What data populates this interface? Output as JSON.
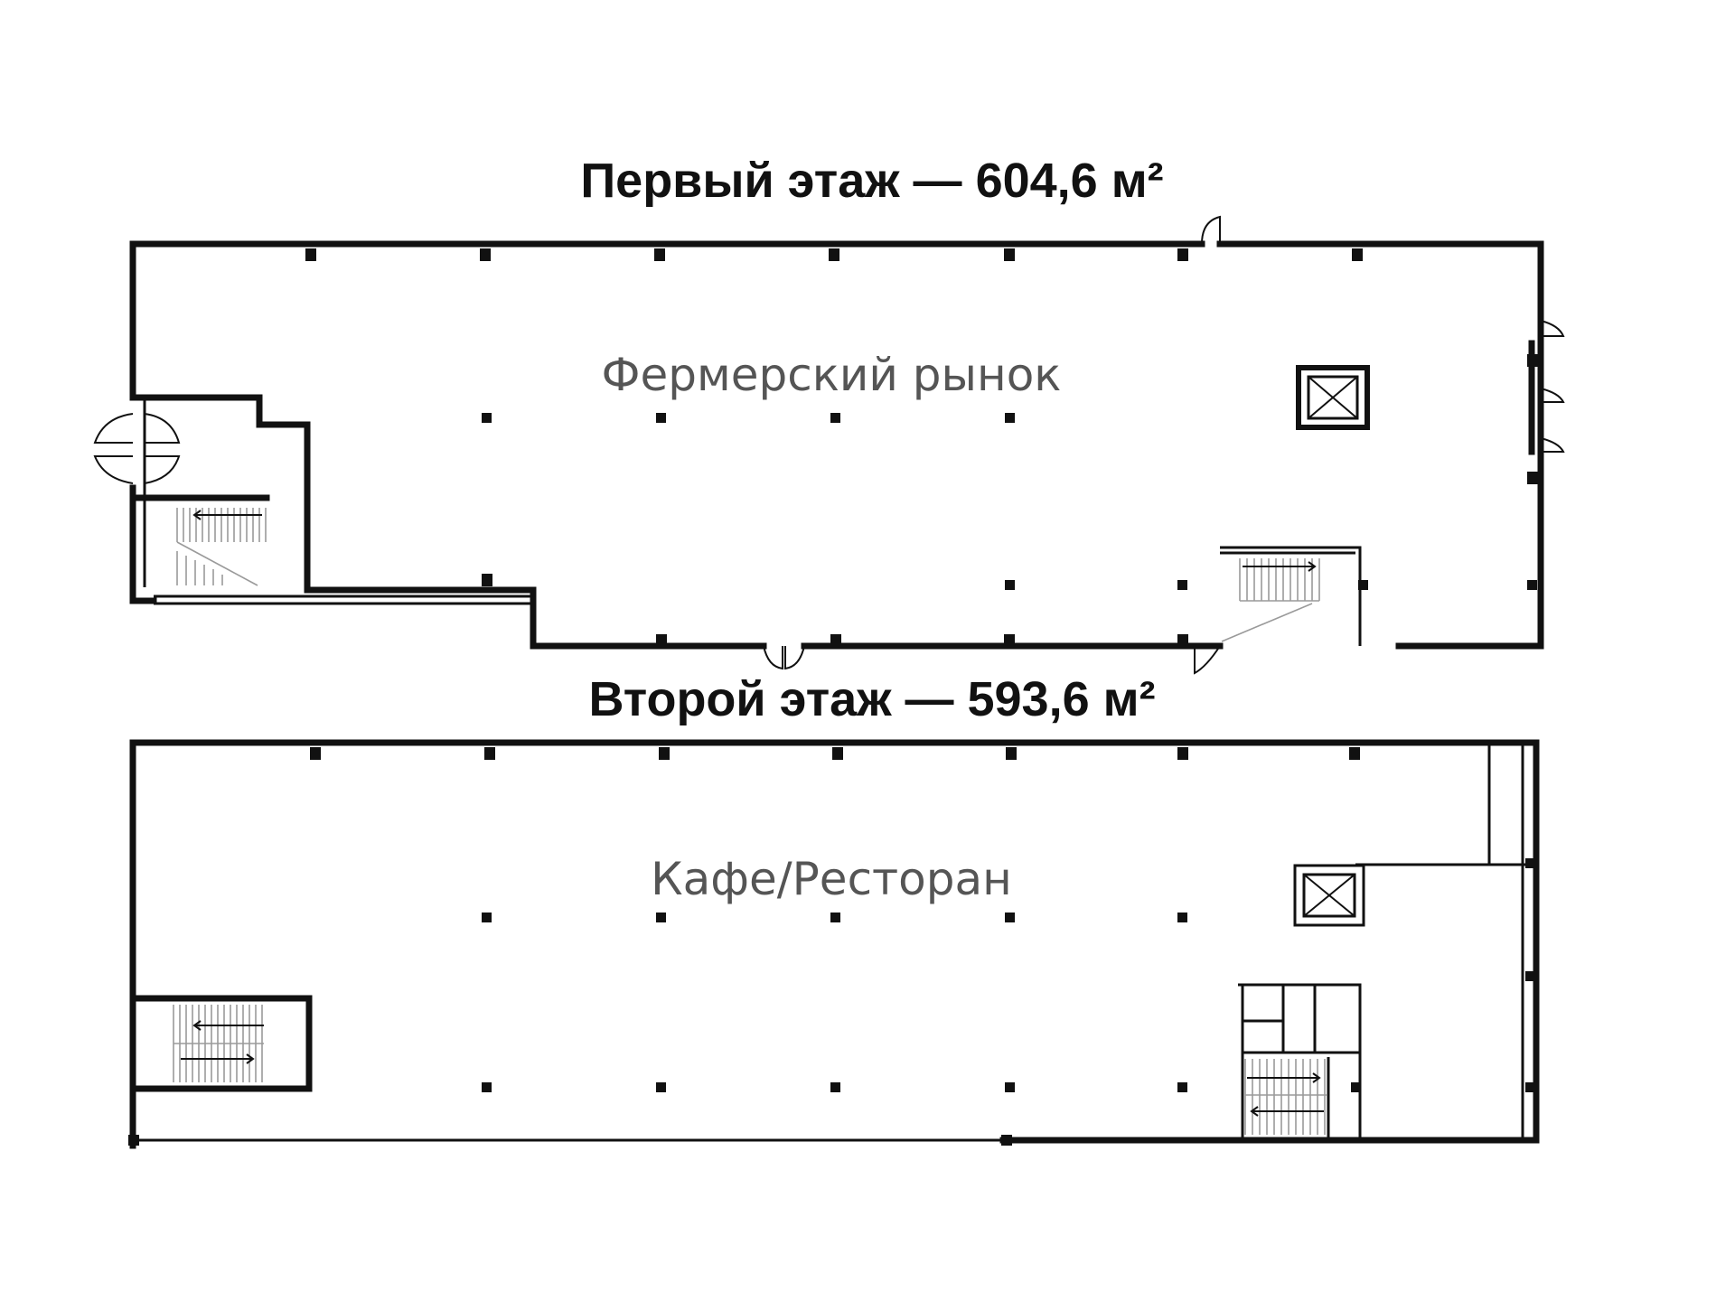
{
  "floors": [
    {
      "title": "Первый этаж — 604,6 м²",
      "room_label": "Фермерский рынок"
    },
    {
      "title": "Второй этаж — 593,6 м²",
      "room_label": "Кафе/Ресторан"
    }
  ],
  "icons": [
    "elevator-icon",
    "staircase-icon",
    "door-swing-icon"
  ]
}
